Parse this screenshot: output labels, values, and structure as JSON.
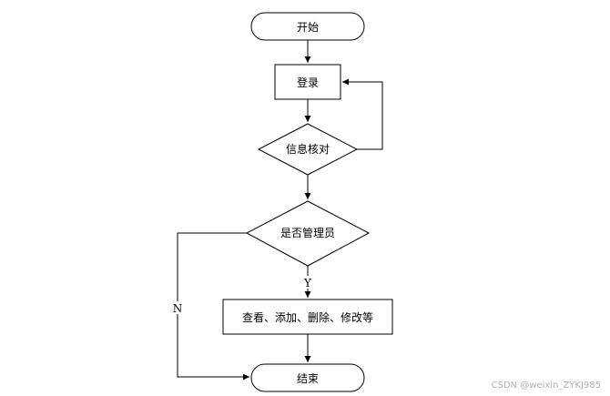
{
  "nodes": {
    "start": "开始",
    "login": "登录",
    "verify": "信息核对",
    "is_admin": "是否管理员",
    "actions": "查看、添加、删除、修改等",
    "end": "结束"
  },
  "edges": {
    "yes_label": "Y",
    "no_label": "N"
  },
  "watermark": "CSDN @weixin_ZYKJ985"
}
